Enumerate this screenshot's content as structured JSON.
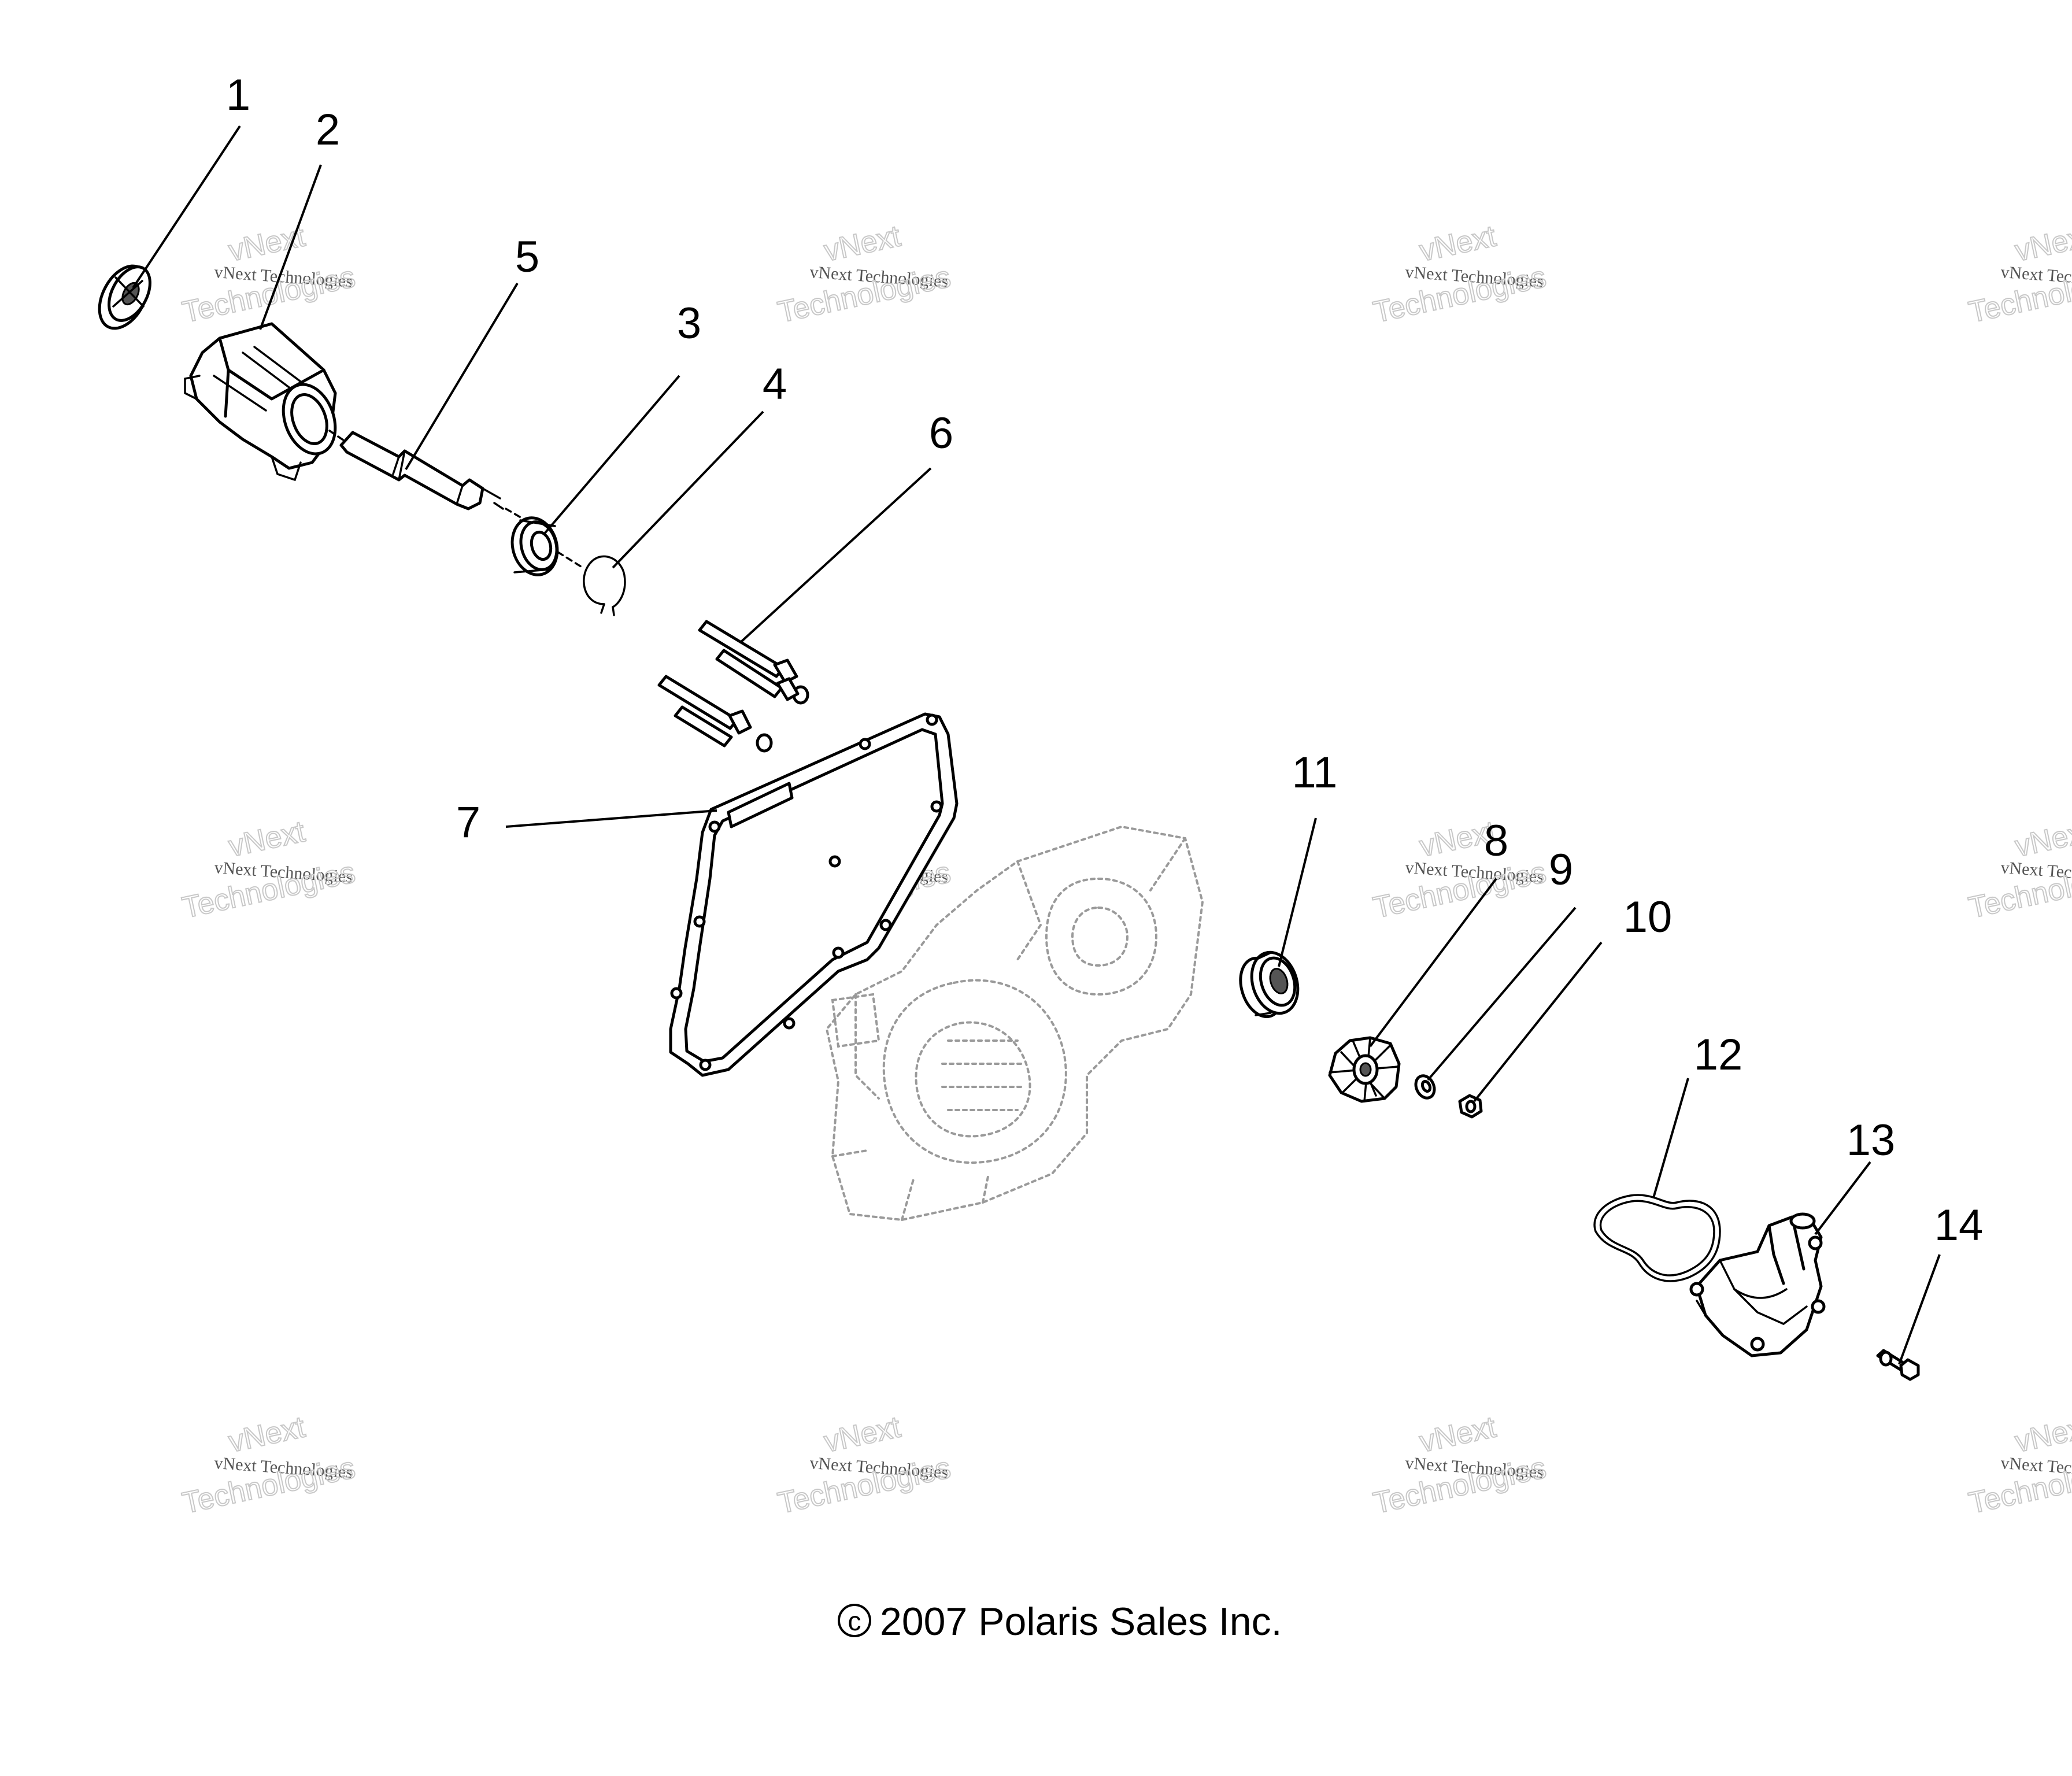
{
  "callouts": [
    {
      "id": "1",
      "label": "1"
    },
    {
      "id": "2",
      "label": "2"
    },
    {
      "id": "3",
      "label": "3"
    },
    {
      "id": "4",
      "label": "4"
    },
    {
      "id": "5",
      "label": "5"
    },
    {
      "id": "6",
      "label": "6"
    },
    {
      "id": "7",
      "label": "7"
    },
    {
      "id": "8",
      "label": "8"
    },
    {
      "id": "9",
      "label": "9"
    },
    {
      "id": "10",
      "label": "10"
    },
    {
      "id": "11",
      "label": "11"
    },
    {
      "id": "12",
      "label": "12"
    },
    {
      "id": "13",
      "label": "13"
    },
    {
      "id": "14",
      "label": "14"
    }
  ],
  "watermark": {
    "line_small": "vNext Technologies",
    "line_outline_top": "vNext",
    "line_outline_bottom": "Technologies"
  },
  "copyright": {
    "symbol": "c",
    "text": "2007 Polaris Sales Inc."
  },
  "colors": {
    "line": "#000000",
    "ghost_engine": "#9a9a9a",
    "watermark_outline": "#c8c8c8",
    "background": "#ffffff"
  }
}
